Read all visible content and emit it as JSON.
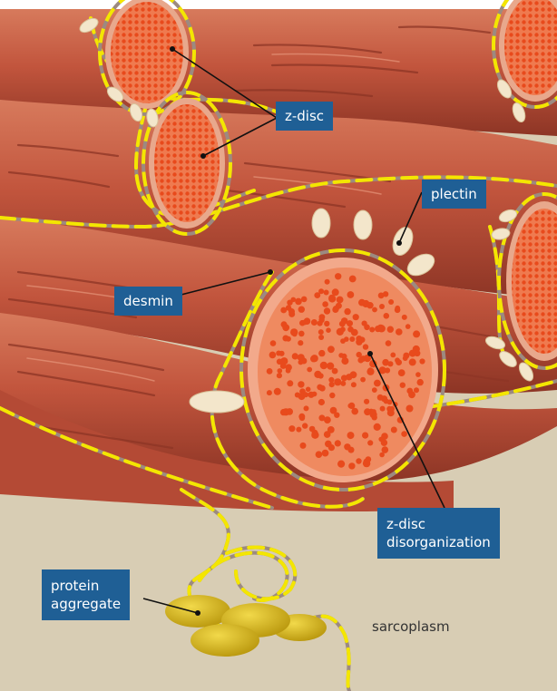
{
  "figure": {
    "colors": {
      "muscle_fiber": "#c2553d",
      "muscle_highlight": "#d77a5c",
      "muscle_shadow": "#8d3525",
      "z_disc_face": "#ef7a4f",
      "z_disc_dots": "#e84a1c",
      "desmin_yellow": "#f4e600",
      "desmin_grey": "#9c8a80",
      "plectin": "#f3e6cb",
      "sarcoplasm": "#d8cdb4",
      "aggregate": "#d8b517",
      "callout_bg": "#1f5f95",
      "callout_text": "#ffffff"
    },
    "labels": {
      "z_disc": "z-disc",
      "plectin": "plectin",
      "desmin": "desmin",
      "z_disc_disorganization": "z-disc\ndisorganization",
      "protein_aggregate": "protein\naggregate",
      "sarcoplasm": "sarcoplasm"
    }
  }
}
